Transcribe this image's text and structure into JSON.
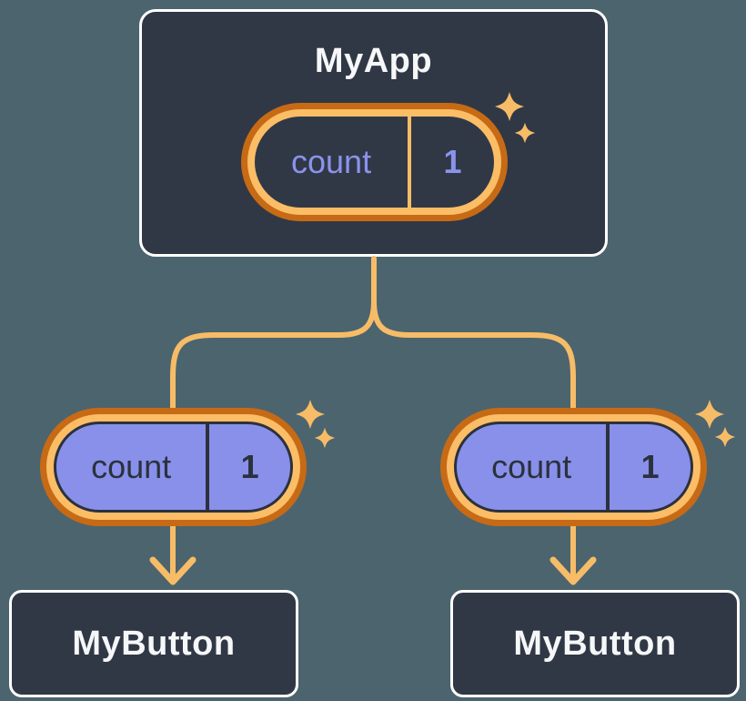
{
  "diagram": {
    "colors": {
      "background": "#4C646E",
      "card_bg": "#313845",
      "card_border": "#FFFFFF",
      "text_light": "#F6F7F9",
      "line_orange": "#F7BC67",
      "ring_outer": "#C76A15",
      "ring_inner": "#FBBD66",
      "purple_fill": "#8890EA",
      "purple_text": "#8A93EC",
      "dark_ink": "#2B313D"
    },
    "icons": {
      "sparkle": "four-point-star",
      "arrow_down": "chevron-down-arrow"
    },
    "root": {
      "title": "MyApp",
      "state": {
        "name": "count",
        "value": "1"
      }
    },
    "children": [
      {
        "title": "MyButton",
        "prop": {
          "name": "count",
          "value": "1"
        }
      },
      {
        "title": "MyButton",
        "prop": {
          "name": "count",
          "value": "1"
        }
      }
    ]
  }
}
